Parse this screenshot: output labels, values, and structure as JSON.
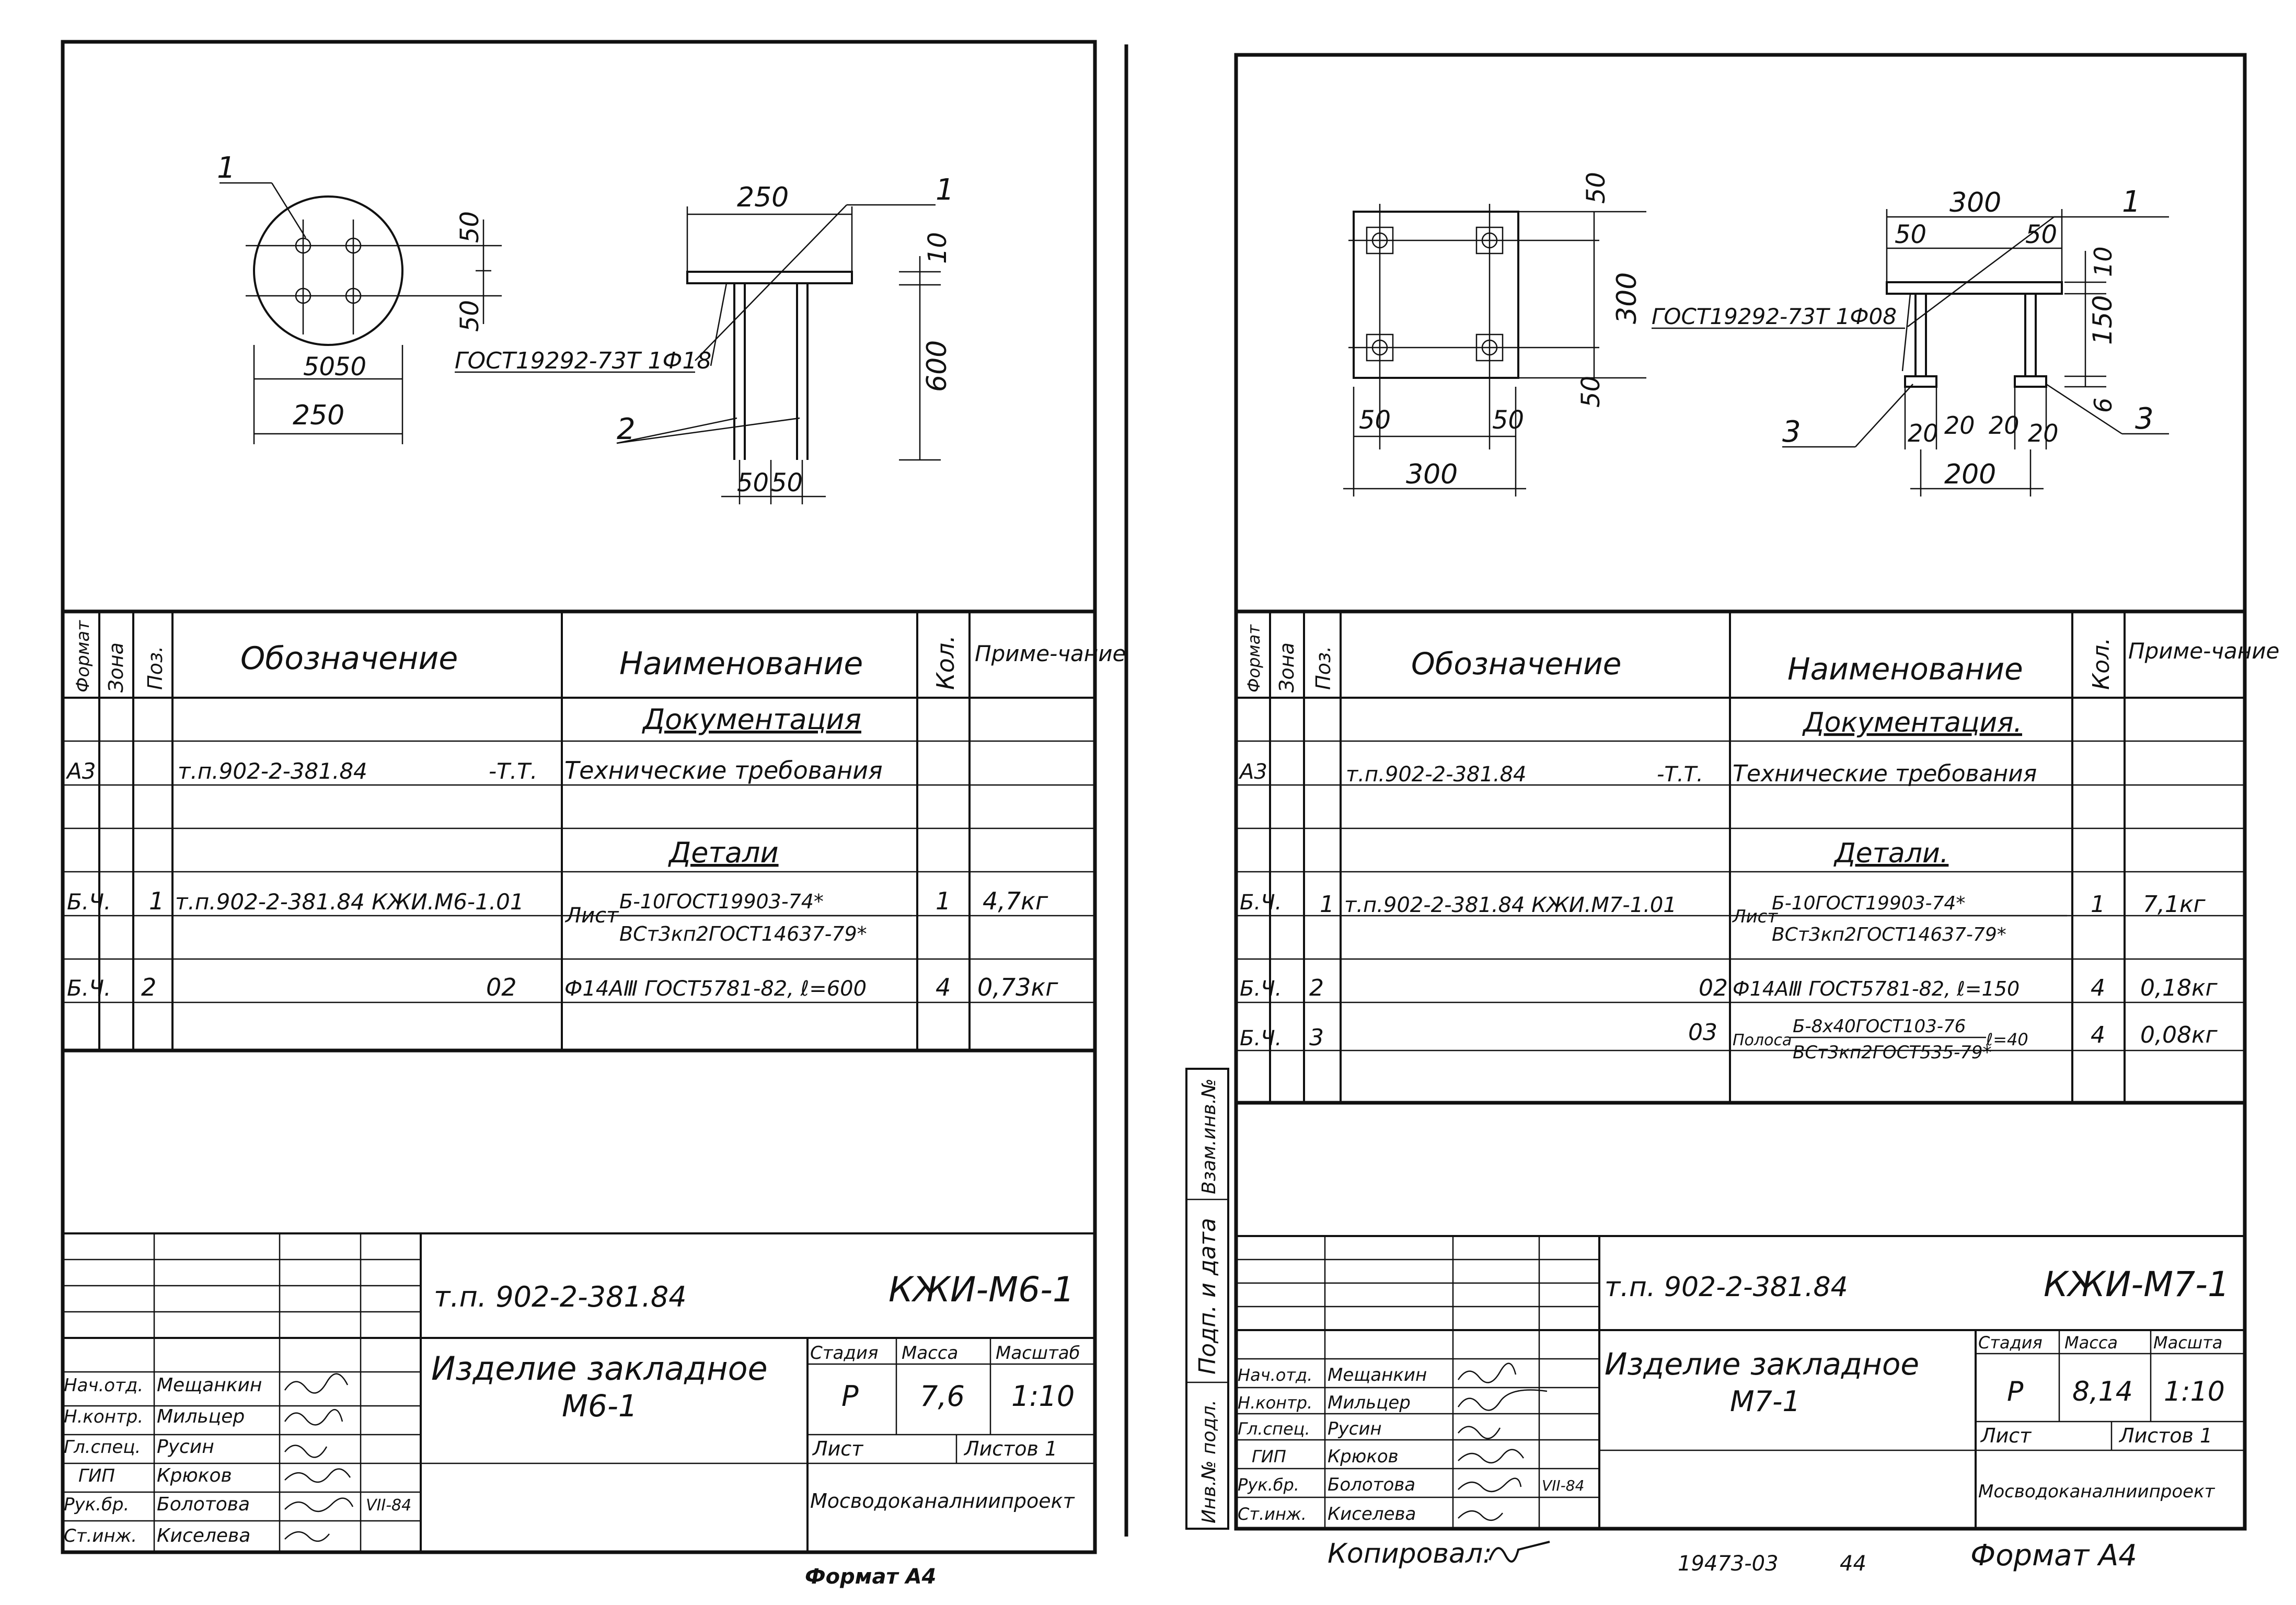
{
  "left_sheet": {
    "drawing": {
      "plan": {
        "pos_label": "1",
        "dim_top": "50",
        "dim_side": "50",
        "dim_bottom_a": "50",
        "dim_bottom_b": "50",
        "dim_overall": "250"
      },
      "elevation": {
        "dim_width": "250",
        "dim_plate": "10",
        "dim_height": "600",
        "weld_note": "ГОСТ19292-73Т 1Ф18",
        "pos_label_1": "1",
        "pos_label_2": "2",
        "dim_bottom_a": "50",
        "dim_bottom_b": "50"
      }
    },
    "spec": {
      "headers": {
        "format": "Формат",
        "zone": "Зона",
        "pos": "Поз.",
        "designation": "Обозначение",
        "name": "Наименование",
        "qty": "Кол.",
        "note": "Приме-чание"
      },
      "section_docs": "Документация",
      "row_docs": {
        "format": "А3",
        "designation": "т.п.902-2-381.84",
        "suffix": "-Т.Т.",
        "name": "Технические требования"
      },
      "section_parts": "Детали",
      "row1": {
        "format": "Б.Ч.",
        "pos": "1",
        "designation": "т.п.902-2-381.84 КЖИ.М6-1.01",
        "name_prefix": "Лист",
        "name_top": "Б-10ГОСТ19903-74*",
        "name_bottom": "ВСт3кп2ГОСТ14637-79*",
        "qty": "1",
        "note": "4,7кг"
      },
      "row2": {
        "format": "Б.Ч.",
        "pos": "2",
        "designation": "02",
        "name": "Ф14АⅢ ГОСТ5781-82, ℓ=600",
        "qty": "4",
        "note": "0,73кг"
      }
    },
    "title_block": {
      "code": "т.п. 902-2-381.84",
      "mark": "КЖИ-М6-1",
      "title_line1": "Изделие закладное",
      "title_line2": "М6-1",
      "stage_h": "Стадия",
      "mass_h": "Масса",
      "scale_h": "Масштаб",
      "stage": "Р",
      "mass": "7,6",
      "scale": "1:10",
      "sheet_h": "Лист",
      "sheets_h": "Листов 1",
      "org": "Мосводоканалниипроект",
      "staff": [
        {
          "role": "Нач.отд.",
          "name": "Мещанкин"
        },
        {
          "role": "Н.контр.",
          "name": "Мильцер"
        },
        {
          "role": "Гл.спец.",
          "name": "Русин"
        },
        {
          "role": "ГИП",
          "name": "Крюков"
        },
        {
          "role": "Рук.бр.",
          "name": "Болотова"
        },
        {
          "role": "Ст.инж.",
          "name": "Киселева"
        }
      ],
      "date": "VII-84"
    },
    "footer": "Формат А4"
  },
  "right_sheet": {
    "drawing": {
      "plan": {
        "dim_top": "50",
        "dim_height": "300",
        "dim_bottom": "50",
        "dim_left": "50",
        "dim_right": "50",
        "dim_overall": "300"
      },
      "elevation": {
        "dim_width": "300",
        "dim_left": "50",
        "dim_right": "50",
        "dim_plate": "10",
        "dim_height": "150",
        "dim_thk": "6",
        "weld_note": "ГОСТ19292-73Т 1Ф08",
        "pos_label_1": "1",
        "pos_label_3a": "3",
        "pos_label_3b": "3",
        "dim_a": "20",
        "dim_b": "20",
        "dim_c": "20",
        "dim_d": "20",
        "dim_spacing": "200"
      }
    },
    "spec": {
      "headers": {
        "format": "Формат",
        "zone": "Зона",
        "pos": "Поз.",
        "designation": "Обозначение",
        "name": "Наименование",
        "qty": "Кол.",
        "note": "Приме-чание"
      },
      "section_docs": "Документация.",
      "row_docs": {
        "format": "А3",
        "designation": "т.п.902-2-381.84",
        "suffix": "-Т.Т.",
        "name": "Технические требования"
      },
      "section_parts": "Детали.",
      "row1": {
        "format": "Б.Ч.",
        "pos": "1",
        "designation": "т.п.902-2-381.84 КЖИ.М7-1.01",
        "name_prefix": "Лист",
        "name_top": "Б-10ГОСТ19903-74*",
        "name_bottom": "ВСт3кп2ГОСТ14637-79*",
        "qty": "1",
        "note": "7,1кг"
      },
      "row2": {
        "format": "Б.Ч.",
        "pos": "2",
        "designation": "02",
        "name": "Ф14АⅢ ГОСТ5781-82, ℓ=150",
        "qty": "4",
        "note": "0,18кг"
      },
      "row3": {
        "format": "Б.Ч.",
        "pos": "3",
        "designation": "03",
        "name_prefix": "Полоса",
        "name_top": "Б-8х40ГОСТ103-76",
        "name_bottom": "ВСт3кп2ГОСТ535-79*",
        "name_suffix": "ℓ=40",
        "qty": "4",
        "note": "0,08кг"
      }
    },
    "side_stamp": {
      "inv_orig": "Инв.№ подл.",
      "sign_date": "Подп. и дата",
      "replace_inv": "Взам.инв.№"
    },
    "title_block": {
      "code": "т.п. 902-2-381.84",
      "mark": "КЖИ-М7-1",
      "title_line1": "Изделие закладное",
      "title_line2": "М7-1",
      "stage_h": "Стадия",
      "mass_h": "Масса",
      "scale_h": "Масшта",
      "stage": "Р",
      "mass": "8,14",
      "scale": "1:10",
      "sheet_h": "Лист",
      "sheets_h": "Листов 1",
      "org": "Мосводоканалниипроект",
      "staff": [
        {
          "role": "Нач.отд.",
          "name": "Мещанкин"
        },
        {
          "role": "Н.контр.",
          "name": "Мильцер"
        },
        {
          "role": "Гл.спец.",
          "name": "Русин"
        },
        {
          "role": "ГИП",
          "name": "Крюков"
        },
        {
          "role": "Рук.бр.",
          "name": "Болотова"
        },
        {
          "role": "Ст.инж.",
          "name": "Киселева"
        }
      ],
      "date": "VII-84"
    },
    "copied": "Копировал:",
    "doc_no": "19473-03",
    "page_no": "44",
    "footer": "Формат А4"
  }
}
